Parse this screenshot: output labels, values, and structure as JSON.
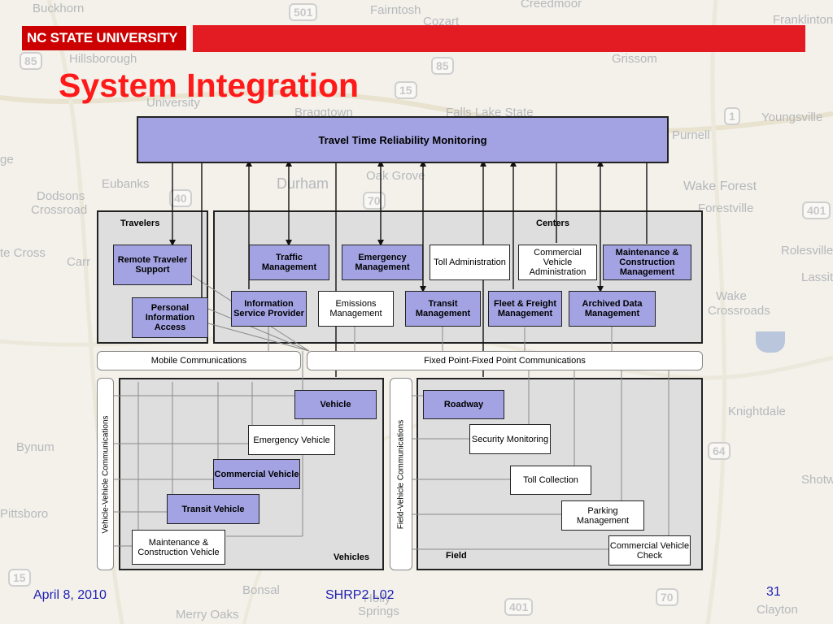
{
  "brand": {
    "logo_text": "NC STATE UNIVERSITY",
    "accent": "#e31b23",
    "box_color": "#a3a3e3"
  },
  "slide": {
    "title": "System Integration"
  },
  "map_labels": [
    "Buckhorn",
    "Fairntosh",
    "Cozart",
    "Creedmoor",
    "Franklinton",
    "Hillsborough",
    "Grissom",
    "University",
    "Braggtown",
    "Falls Lake State",
    "Purnell",
    "Youngsville",
    "ge",
    "Eubanks",
    "Durham",
    "Oak Grove",
    "Wake Forest",
    "Dodsons",
    "Crossroad",
    "Forestville",
    "te Cross",
    "Carr",
    "Rolesville",
    "Lassite",
    "Wake",
    "Crossroads",
    "Knightdale",
    "Bynum",
    "Shotw",
    "Pittsboro",
    "Bonsal",
    "Holly",
    "Springs",
    "Merry Oaks",
    "Clayton",
    "501",
    "85",
    "15",
    "1",
    "40",
    "70",
    "401",
    "64"
  ],
  "diagram": {
    "header": "Travel Time Reliability Monitoring",
    "travelers": {
      "label": "Travelers",
      "remote": "Remote Traveler Support",
      "personal": "Personal Information Access"
    },
    "centers": {
      "label": "Centers",
      "traffic": "Traffic Management",
      "emergency": "Emergency Management",
      "toll": "Toll Administration",
      "cva": "Commercial Vehicle Administration",
      "mcm": "Maintenance & Construction Management",
      "isp": "Information Service Provider",
      "emissions": "Emissions Management",
      "transit": "Transit Management",
      "fleet": "Fleet & Freight Management",
      "archived": "Archived Data Management"
    },
    "comms": {
      "mobile": "Mobile Communications",
      "fixed": "Fixed Point-Fixed Point Communications",
      "v2v": "Vehicle-Vehicle Communications",
      "f2v": "Field-Vehicle Communications"
    },
    "vehicles": {
      "label": "Vehicles",
      "vehicle": "Vehicle",
      "emergency": "Emergency Vehicle",
      "commercial": "Commercial Vehicle",
      "transit": "Transit Vehicle",
      "mcv": "Maintenance & Construction Vehicle"
    },
    "field": {
      "label": "Field",
      "roadway": "Roadway",
      "security": "Security Monitoring",
      "toll": "Toll Collection",
      "parking": "Parking Management",
      "cvc": "Commercial Vehicle Check"
    }
  },
  "footer": {
    "date": "April 8, 2010",
    "code": "SHRP2  L02",
    "page": "31",
    "color": "#1f1fb6"
  }
}
